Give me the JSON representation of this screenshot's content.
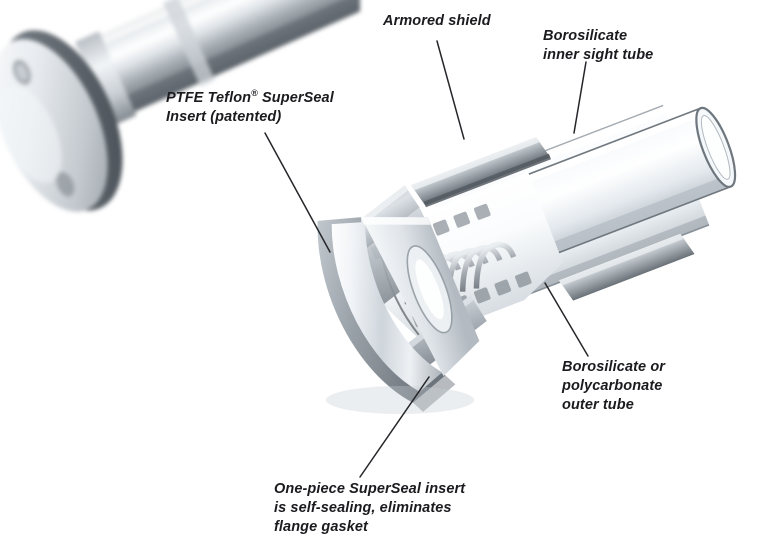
{
  "figure": {
    "title": "Sight glass cutaway assembly diagram",
    "background_color": "#ffffff",
    "text_color": "#1b1b1f"
  },
  "callouts": [
    {
      "id": "ptfe-insert",
      "line1": "PTFE Teflon",
      "registered_mark": "®",
      "line1_tail": " SuperSeal",
      "line2": "Insert (patented)",
      "full_text": "PTFE Teflon® SuperSeal Insert (patented)"
    },
    {
      "id": "armored-shield",
      "text": "Armored shield"
    },
    {
      "id": "inner-sight-tube",
      "text": "Borosilicate\ninner sight tube"
    },
    {
      "id": "outer-tube",
      "text": "Borosilicate or\npolycarbonate\nouter tube"
    },
    {
      "id": "one-piece-superseal",
      "text": "One-piece SuperSeal insert\nis self-sealing, eliminates\nflange gasket"
    }
  ],
  "parts": {
    "flange": "flange",
    "hex_body": "hex-body",
    "armored_shield": "armored-shield",
    "ptfe_insert": "ptfe-superseal-insert",
    "coil_spring": "coil-spring",
    "inner_sight_tube": "borosilicate-inner-sight-tube",
    "outer_tube": "borosilicate-or-polycarbonate-outer-tube",
    "background_sight_glass": "background-sight-glass"
  },
  "colors": {
    "metal_dark": "#6e757c",
    "metal_mid": "#aab1b8",
    "metal_light": "#d8dde1",
    "highlight": "#ffffff",
    "glass_tint": "#eef2f6",
    "glass_edge": "#8d969e",
    "shadow": "#4a5158",
    "leader_line": "#26262a"
  }
}
